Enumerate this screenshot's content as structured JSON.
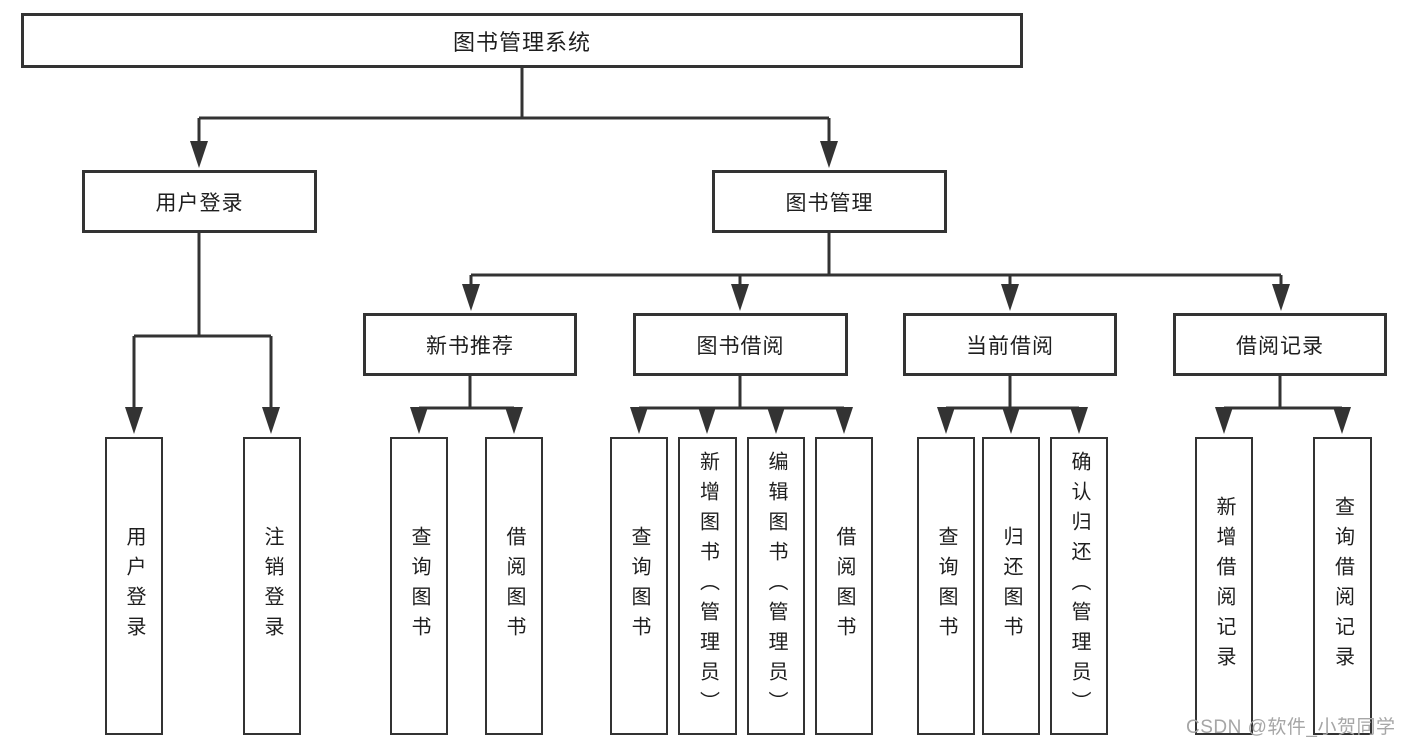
{
  "diagram_title": "图书管理系统",
  "tree": {
    "label": "图书管理系统",
    "children": [
      {
        "label": "用户登录",
        "children": [
          {
            "label": "用户登录"
          },
          {
            "label": "注销登录"
          }
        ]
      },
      {
        "label": "图书管理",
        "children": [
          {
            "label": "新书推荐",
            "children": [
              {
                "label": "查询图书"
              },
              {
                "label": "借阅图书"
              }
            ]
          },
          {
            "label": "图书借阅",
            "children": [
              {
                "label": "查询图书"
              },
              {
                "label": "新增图书（管理员）"
              },
              {
                "label": "编辑图书（管理员）"
              },
              {
                "label": "借阅图书"
              }
            ]
          },
          {
            "label": "当前借阅",
            "children": [
              {
                "label": "查询图书"
              },
              {
                "label": "归还图书"
              },
              {
                "label": "确认归还（管理员）"
              }
            ]
          },
          {
            "label": "借阅记录",
            "children": [
              {
                "label": "新增借阅记录"
              },
              {
                "label": "查询借阅记录"
              }
            ]
          }
        ]
      }
    ]
  },
  "watermark": {
    "text": "CSDN @软件_小贺同学"
  },
  "colors": {
    "line": "#333333",
    "text": "#1e1e1e",
    "watermark": "#a6a6a6",
    "background": "#ffffff"
  }
}
